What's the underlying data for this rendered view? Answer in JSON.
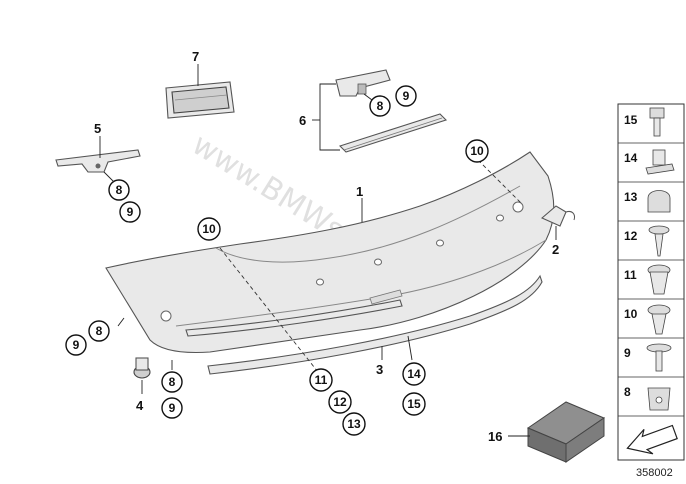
{
  "watermark": "www.BMWstore.pl",
  "reference_number": "358002",
  "callouts": {
    "c1": "1",
    "c2": "2",
    "c3": "3",
    "c4": "4",
    "c5": "5",
    "c6": "6",
    "c7": "7",
    "c16": "16"
  },
  "circled": {
    "p5_8": "8",
    "p5_9": "9",
    "p6_8": "8",
    "p6_9": "9",
    "top_10": "10",
    "left_10": "10",
    "l_9": "9",
    "l_8": "8",
    "b4_8": "8",
    "b4_9": "9",
    "d_11": "11",
    "d_12": "12",
    "d_13": "13",
    "s_14": "14",
    "s_15": "15"
  },
  "side_panel": {
    "items": [
      {
        "number": "15",
        "icon": "hex-bolt-icon"
      },
      {
        "number": "14",
        "icon": "clip-nut-icon"
      },
      {
        "number": "13",
        "icon": "cap-icon"
      },
      {
        "number": "12",
        "icon": "screw-icon"
      },
      {
        "number": "11",
        "icon": "expansion-rivet-icon"
      },
      {
        "number": "10",
        "icon": "push-rivet-icon"
      },
      {
        "number": "9",
        "icon": "washer-screw-icon"
      },
      {
        "number": "8",
        "icon": "spring-nut-icon"
      },
      {
        "number": "",
        "icon": "arrow-icon"
      }
    ]
  }
}
